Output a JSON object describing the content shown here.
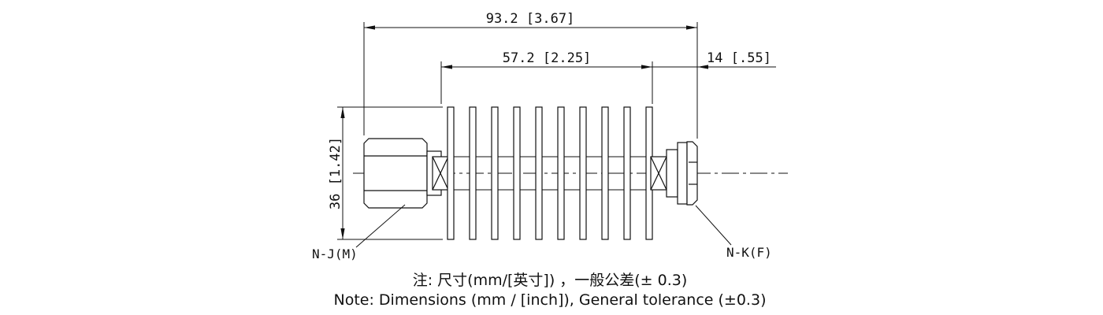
{
  "drawing": {
    "dim_overall": "93.2 [3.67]",
    "dim_body": "57.2 [2.25]",
    "dim_connector": "14 [.55]",
    "dim_height": "36 [1.42]",
    "label_left_connector": "N-J(M)",
    "label_right_connector": "N-K(F)"
  },
  "notes": {
    "line1_cn": "注: 尺寸(mm/[英寸]) ，一般公差(± 0.3)",
    "line2_en": "Note: Dimensions (mm / [inch]), General tolerance (±0.3)"
  },
  "colors": {
    "line": "#111111",
    "background": "#ffffff"
  }
}
